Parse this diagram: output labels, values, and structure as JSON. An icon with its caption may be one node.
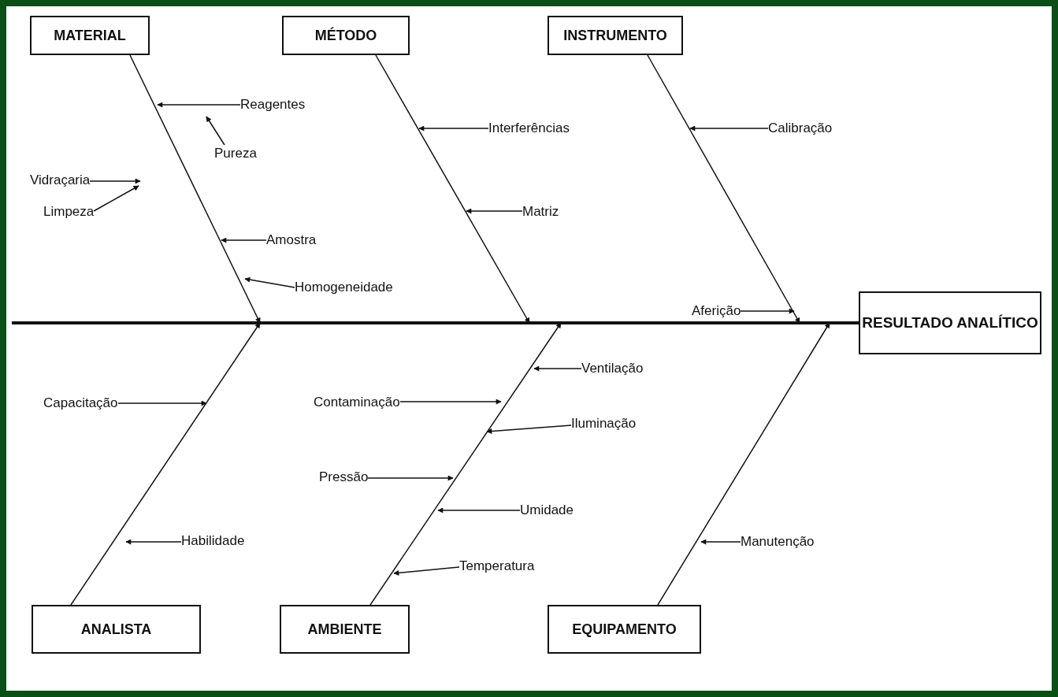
{
  "diagram": {
    "nodes": [
      {
        "text": [
          "MATERIAL"
        ]
      },
      {
        "text": [
          "MÉTODO"
        ]
      },
      {
        "text": [
          "INSTRUMENTO"
        ]
      },
      {
        "text": [
          "Reagentes"
        ]
      },
      {
        "text": [
          "Pureza"
        ]
      },
      {
        "text": [
          "Vidraçaria"
        ]
      },
      {
        "text": [
          "Limpeza"
        ]
      },
      {
        "text": [
          "Interferências"
        ]
      },
      {
        "text": [
          "Calibração"
        ]
      },
      {
        "text": [
          "Matriz"
        ]
      },
      {
        "text": [
          "Amostra"
        ]
      },
      {
        "text": [
          "Homogeneidade"
        ]
      },
      {
        "text": [
          "Aferição"
        ]
      },
      {
        "text": [
          "RESULTADO ANALÍTICO"
        ]
      },
      {
        "text": [
          "Ventilação"
        ]
      },
      {
        "text": [
          "Capacitação"
        ]
      },
      {
        "text": [
          "Contaminação"
        ]
      },
      {
        "text": [
          "Iluminação"
        ]
      },
      {
        "text": [
          "Pressão"
        ]
      },
      {
        "text": [
          "Umidade"
        ]
      },
      {
        "text": [
          "Habilidade"
        ]
      },
      {
        "text": [
          "Manutenção"
        ]
      },
      {
        "text": [
          "Temperatura"
        ]
      },
      {
        "text": [
          "ANALISTA"
        ]
      },
      {
        "text": [
          "AMBIENTE"
        ]
      },
      {
        "text": [
          "EQUIPAMENTO"
        ]
      }
    ],
    "edges": [
      {
        "from": null,
        "to": 13,
        "arrow": "none",
        "style": "thick"
      },
      {
        "from": 0,
        "to": null,
        "arrow": "to"
      },
      {
        "from": 1,
        "to": null,
        "arrow": "to"
      },
      {
        "from": 2,
        "to": null,
        "arrow": "to"
      },
      {
        "from": 23,
        "to": null,
        "arrow": "to"
      },
      {
        "from": 24,
        "to": null,
        "arrow": "to"
      },
      {
        "from": 25,
        "to": null,
        "arrow": "to"
      },
      {
        "from": 3,
        "to": null,
        "arrow": "to"
      },
      {
        "from": 4,
        "to": null,
        "arrow": "to"
      },
      {
        "from": 5,
        "to": null,
        "arrow": "to"
      },
      {
        "from": 6,
        "to": null,
        "arrow": "to"
      },
      {
        "from": 7,
        "to": null,
        "arrow": "to"
      },
      {
        "from": 8,
        "to": null,
        "arrow": "to"
      },
      {
        "from": 9,
        "to": null,
        "arrow": "to"
      },
      {
        "from": 10,
        "to": null,
        "arrow": "to"
      },
      {
        "from": 11,
        "to": null,
        "arrow": "to"
      },
      {
        "from": 12,
        "to": null,
        "arrow": "to"
      },
      {
        "from": 14,
        "to": null,
        "arrow": "to"
      },
      {
        "from": 15,
        "to": null,
        "arrow": "to"
      },
      {
        "from": 16,
        "to": null,
        "arrow": "to"
      },
      {
        "from": 17,
        "to": null,
        "arrow": "to"
      },
      {
        "from": 18,
        "to": null,
        "arrow": "to"
      },
      {
        "from": 19,
        "to": null,
        "arrow": "to"
      },
      {
        "from": 20,
        "to": null,
        "arrow": "to"
      },
      {
        "from": 21,
        "to": null,
        "arrow": "to"
      },
      {
        "from": 22,
        "to": null,
        "arrow": "to"
      }
    ]
  }
}
